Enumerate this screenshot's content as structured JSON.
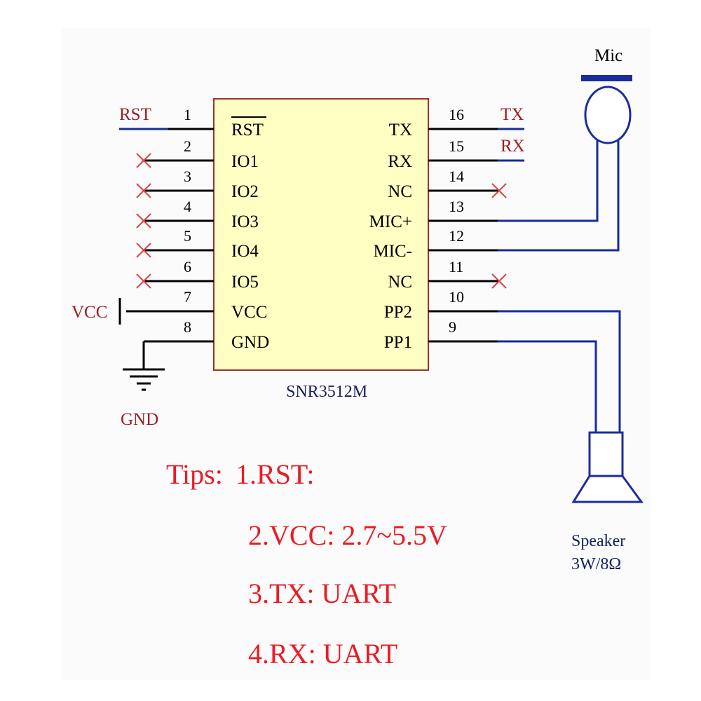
{
  "chip": {
    "part_number": "SNR3512M",
    "left_pins": [
      {
        "num": "1",
        "name": "RST"
      },
      {
        "num": "2",
        "name": "IO1"
      },
      {
        "num": "3",
        "name": "IO2"
      },
      {
        "num": "4",
        "name": "IO3"
      },
      {
        "num": "5",
        "name": "IO4"
      },
      {
        "num": "6",
        "name": "IO5"
      },
      {
        "num": "7",
        "name": "VCC"
      },
      {
        "num": "8",
        "name": "GND"
      }
    ],
    "right_pins": [
      {
        "num": "16",
        "name": "TX"
      },
      {
        "num": "15",
        "name": "RX"
      },
      {
        "num": "14",
        "name": "NC"
      },
      {
        "num": "13",
        "name": "MIC+"
      },
      {
        "num": "12",
        "name": "MIC-"
      },
      {
        "num": "11",
        "name": "NC"
      },
      {
        "num": "10",
        "name": "PP2"
      },
      {
        "num": "9",
        "name": "PP1"
      }
    ]
  },
  "nets": {
    "rst": "RST",
    "tx": "TX",
    "rx": "RX",
    "vcc": "VCC",
    "gnd": "GND"
  },
  "mic": {
    "label": "Mic"
  },
  "speaker": {
    "label": "Speaker",
    "rating": "3W/8Ω"
  },
  "tips": {
    "title": "Tips:",
    "items": [
      "1.RST:",
      "2.VCC: 2.7~5.5V",
      "3.TX: UART",
      "4.RX: UART"
    ]
  },
  "colors": {
    "chip_fill": "#ffffc4",
    "chip_border": "#a03030",
    "wire_dark": "#000000",
    "wire_blue": "#142c9c",
    "net_label": "#a01c25",
    "noconnect": "#d64545",
    "tip_text": "#ea1b25",
    "component": "#1c2c9c"
  }
}
